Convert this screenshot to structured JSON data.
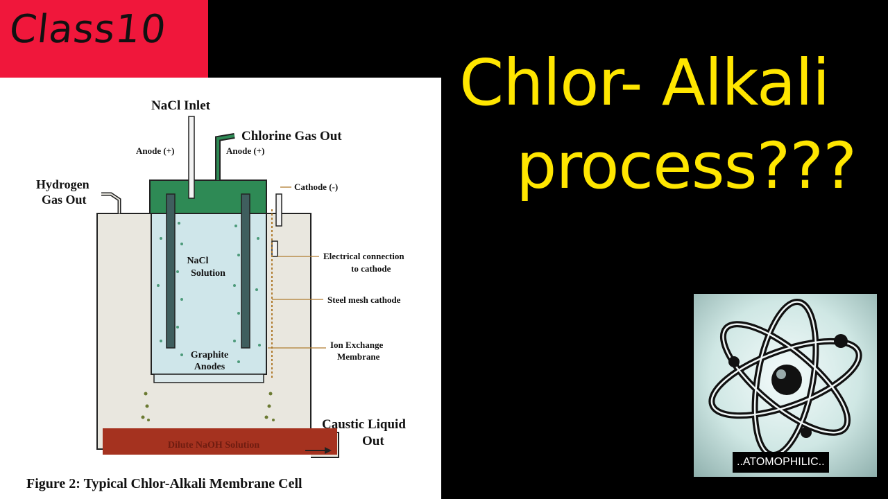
{
  "badge": {
    "text": "Class10"
  },
  "title": {
    "line1": "Chlor- Alkali",
    "line2": "process???"
  },
  "diagram": {
    "labels": {
      "nacl_inlet": "NaCl Inlet",
      "chlorine_out": "Chlorine Gas Out",
      "anode_left": "Anode (+)",
      "anode_right": "Anode (+)",
      "hydrogen_1": "Hydrogen",
      "hydrogen_2": "Gas Out",
      "cathode": "Cathode (-)",
      "nacl_solution_1": "NaCl",
      "nacl_solution_2": "Solution",
      "electrical_1": "Electrical connection",
      "electrical_2": "to cathode",
      "steel_mesh": "Steel mesh cathode",
      "ion_1": "Ion Exchange",
      "ion_2": "Membrane",
      "graphite_1": "Graphite",
      "graphite_2": "Anodes",
      "caustic_1": "Caustic Liquid",
      "caustic_2": "Out",
      "dilute": "Dilute NaOH Solution"
    },
    "caption": "Figure 2:  Typical Chlor-Alkali Membrane Cell"
  },
  "logo": {
    "text": "..ATOMOPHILIC.."
  },
  "colors": {
    "title": "#ffe600",
    "badge": "#f0173b",
    "chlorine": "#2e8a55",
    "naoh": "#a5321f",
    "electrode": "#3f5e5e"
  }
}
